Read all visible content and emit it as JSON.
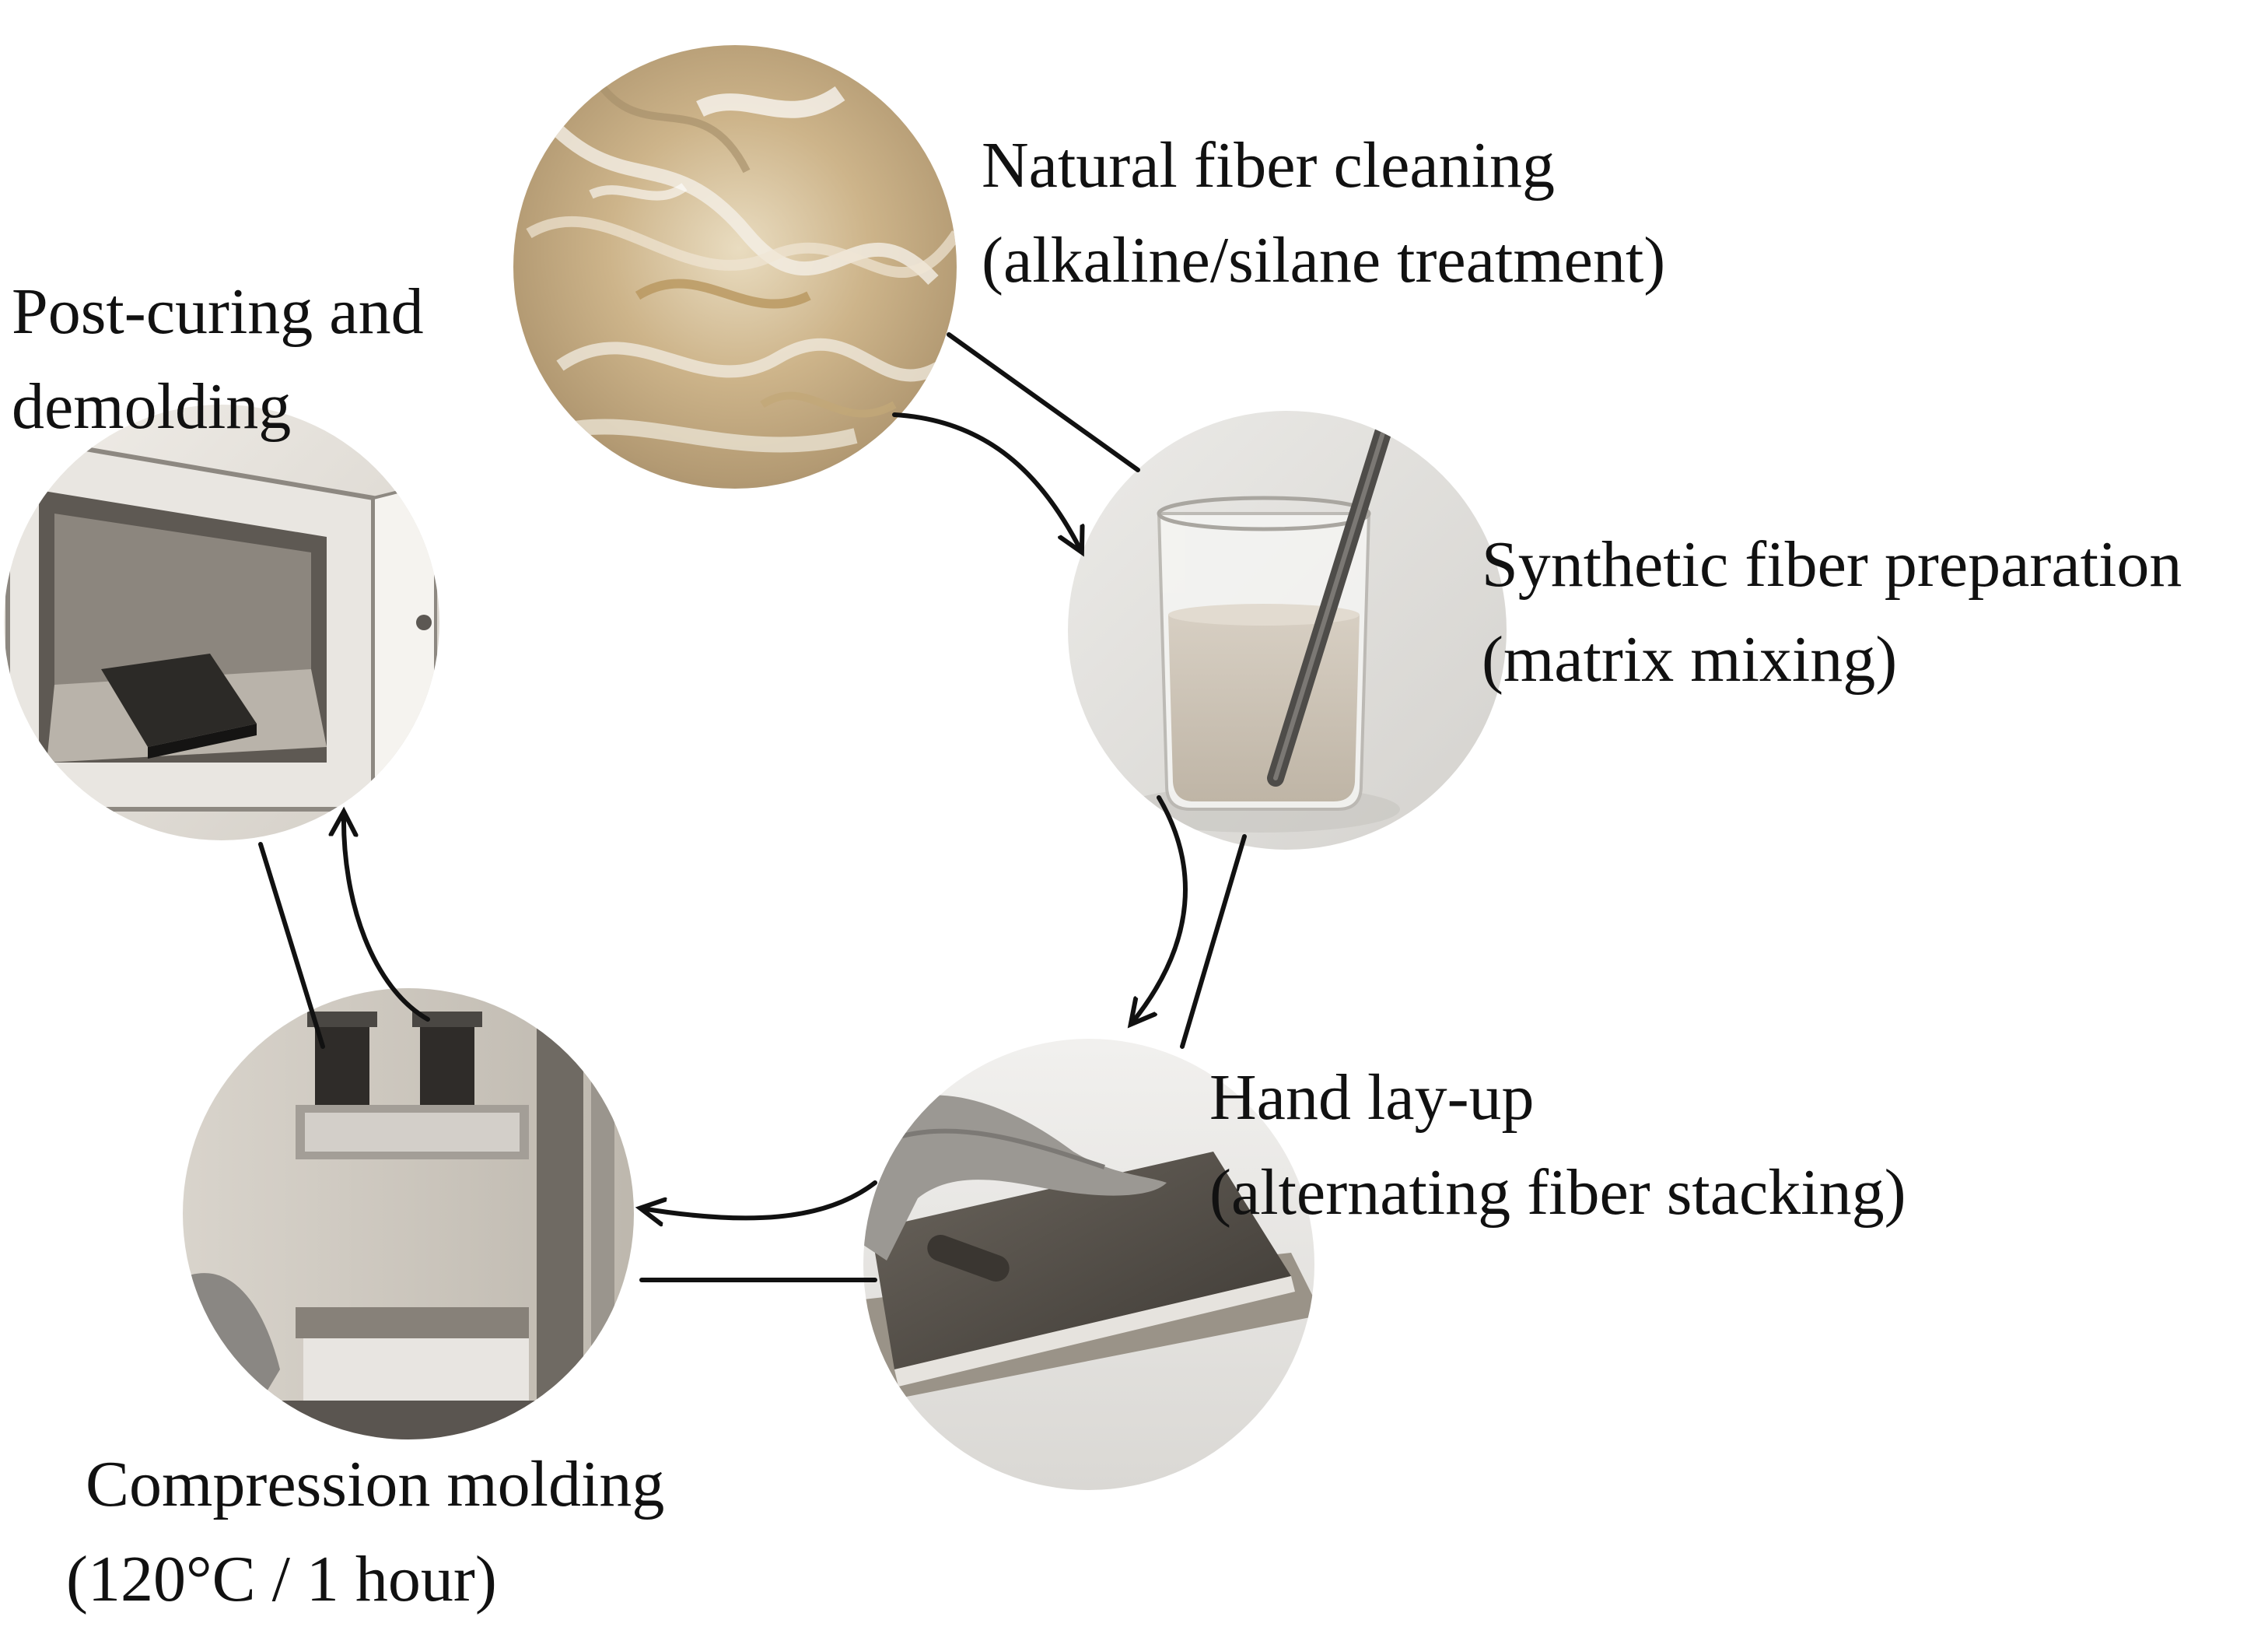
{
  "steps": [
    {
      "id": "natural-fiber",
      "line1": "Natural fiber cleaning",
      "line2": "(alkaline/silane treatment)"
    },
    {
      "id": "synthetic-fiber",
      "line1": "Synthetic fiber preparation",
      "line2": "(matrix mixing)"
    },
    {
      "id": "hand-lay-up",
      "line1": "Hand lay-up",
      "line2": "(alternating fiber stacking)"
    },
    {
      "id": "compression-molding",
      "line1": "Compression molding",
      "line2": "(120°C / 1 hour)"
    },
    {
      "id": "post-curing",
      "line1": "Post-curing and",
      "line2": "demolding"
    }
  ],
  "colors": {
    "arrow": "#111111",
    "background": "#ffffff",
    "fiber_photo": "#c9b28a",
    "beaker_photo": "#dcd6cc",
    "layup_photo": "#5a554e",
    "press_photo": "#cfcac2",
    "oven_photo": "#e4e0da"
  }
}
